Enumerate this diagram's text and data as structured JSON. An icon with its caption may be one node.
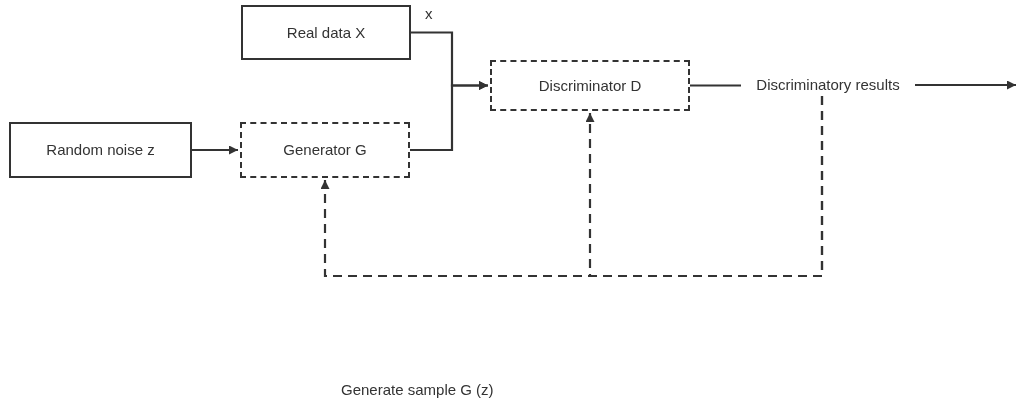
{
  "diagram": {
    "nodes": [
      {
        "text": [
          "Real data X"
        ]
      },
      {
        "text": [
          "Random noise z"
        ]
      },
      {
        "text": [
          "Generator G"
        ]
      },
      {
        "text": [
          "Discriminator D"
        ]
      },
      {
        "text": [
          "Discriminatory results"
        ]
      }
    ],
    "edges": [
      {
        "from": 0,
        "to": 3,
        "arrow": "to",
        "label": "x"
      },
      {
        "from": 2,
        "to": 3,
        "arrow": "to"
      },
      {
        "from": 1,
        "to": 2,
        "arrow": "to"
      },
      {
        "from": 3,
        "to": 4,
        "arrow": "none"
      },
      {
        "from": 4,
        "to": null,
        "arrow": "to"
      },
      {
        "from": 4,
        "to": 2,
        "arrow": "to",
        "style": "dashed"
      },
      {
        "from": 4,
        "to": 3,
        "arrow": "to",
        "style": "dashed"
      }
    ],
    "labels": [
      "Generate sample G (z)"
    ]
  }
}
